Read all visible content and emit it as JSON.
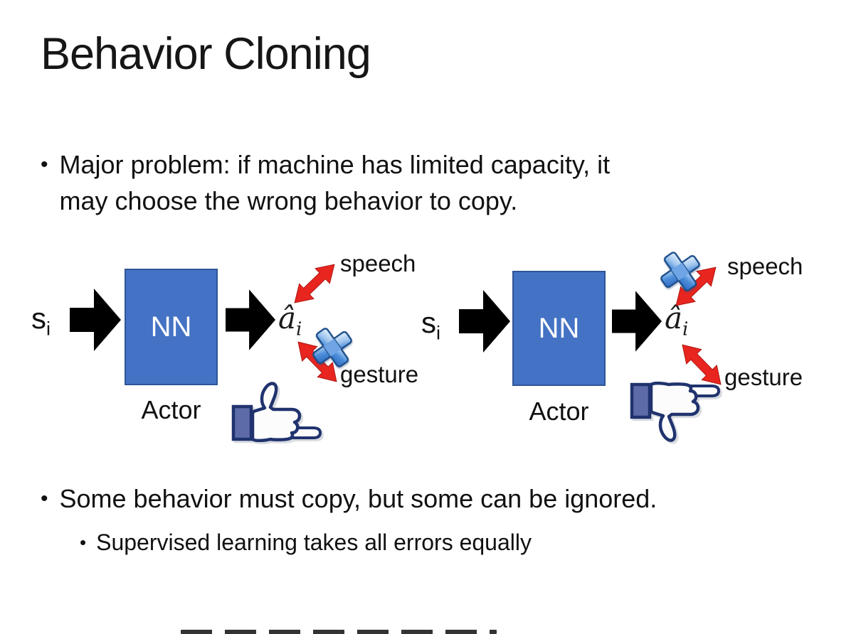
{
  "slide": {
    "title": "Behavior Cloning",
    "bullet_marker": "•",
    "bullets": {
      "b1_line1": "Major problem: if machine has limited capacity, it",
      "b1_line2": "may choose the wrong behavior to copy.",
      "b2": "Some behavior must copy, but some can be ignored.",
      "b3": "Supervised learning takes all errors equally"
    }
  },
  "labels": {
    "state": "s",
    "state_sub": "i",
    "nn": "NN",
    "action": "â",
    "action_sub": "i",
    "actor": "Actor",
    "speech": "speech",
    "gesture": "gesture"
  },
  "diagram": {
    "left": {
      "crossed_out": "gesture",
      "feedback_icon": "thumbs-up"
    },
    "right": {
      "crossed_out": "speech",
      "feedback_icon": "thumbs-down"
    }
  },
  "colors": {
    "nn_box_fill": "#4472C4",
    "nn_box_border": "#2F5597",
    "arrow_black": "#000000",
    "link_red": "#E8251F",
    "cross_blue_light": "#D6E8FA",
    "cross_blue_dark": "#2B68C0",
    "icon_outline_navy": "#20336E",
    "icon_cuff_blue": "#5D6CA8"
  }
}
